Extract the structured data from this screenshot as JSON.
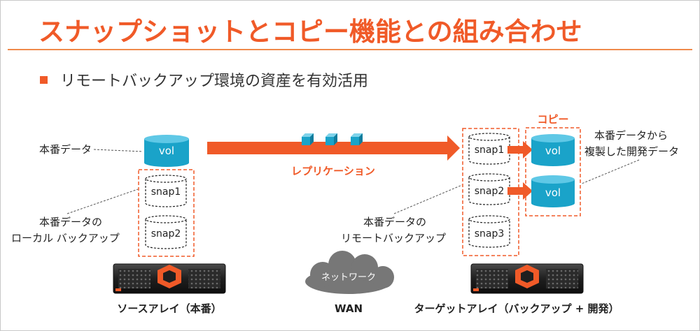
{
  "title": "スナップショットとコピー機能との組み合わせ",
  "bullet": "リモートバックアップ環境の資産を有効活用",
  "diagram": {
    "source_volume": "vol",
    "source_snaps": [
      "snap1",
      "snap2"
    ],
    "label_prod_data": "本番データ",
    "label_local_backup_1": "本番データの",
    "label_local_backup_2": "ローカル バックアップ",
    "replication_label": "レプリケーション",
    "target_snaps": [
      "snap1",
      "snap2",
      "snap3"
    ],
    "copy_label": "コピー",
    "copy_volumes": [
      "vol",
      "vol"
    ],
    "label_remote_backup_1": "本番データの",
    "label_remote_backup_2": "リモートバックアップ",
    "label_dev_data_1": "本番データから",
    "label_dev_data_2": "複製した開発データ",
    "network_label": "ネットワーク",
    "wan_label": "WAN",
    "source_array_label": "ソースアレイ（本番）",
    "target_array_label": "ターゲットアレイ（バックアップ + 開発）"
  },
  "colors": {
    "accent": "#f05a28",
    "cylinder": "#1aa3c9",
    "cloud": "#777777"
  }
}
